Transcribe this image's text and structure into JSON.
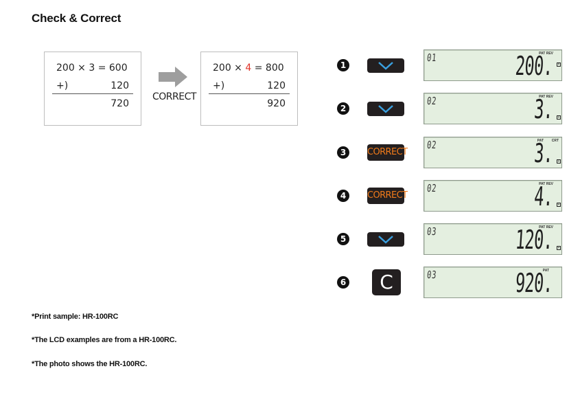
{
  "title": "Check & Correct",
  "tape_before": {
    "line1_lhs": "200 × 3 = 600",
    "line2_lhs": "+)",
    "line2_rhs": "120",
    "total": "720"
  },
  "tape_after": {
    "line1_pre": "200 × ",
    "line1_red": "4",
    "line1_post": " = 800",
    "line2_lhs": "+)",
    "line2_rhs": "120",
    "total": "920"
  },
  "arrow_caption": "CORRECT",
  "steps": [
    {
      "num": "1",
      "key": "down-icon",
      "item": "01",
      "indicator": "PAT REV",
      "value": "200.",
      "symbol": "×"
    },
    {
      "num": "2",
      "key": "down-icon",
      "item": "02",
      "indicator": "PAT REV",
      "value": "3.",
      "symbol": "+"
    },
    {
      "num": "3",
      "key_label": "CORRECT",
      "item": "02",
      "indicator_left": "PAT",
      "indicator_right": "CRT",
      "value": "3.",
      "symbol": "+"
    },
    {
      "num": "4",
      "key_label": "CORRECT",
      "item": "02",
      "indicator": "PAT REV",
      "value": "4.",
      "symbol": "+"
    },
    {
      "num": "5",
      "key": "down-icon",
      "item": "03",
      "indicator": "PAT REV",
      "value": "120.",
      "symbol": "+"
    },
    {
      "num": "6",
      "key_label": "C",
      "item": "03",
      "indicator": "PAT",
      "value": "920."
    }
  ],
  "notes": [
    "*Print sample: HR-100RC",
    "*The LCD examples are from a HR-100RC.",
    "*The photo shows the HR-100RC."
  ],
  "colors": {
    "key_bg": "#231f20",
    "correct_text": "#f07a1a",
    "down_arrow": "#3aa0e0",
    "lcd_bg": "#e4efe0",
    "red": "#e0352b"
  }
}
